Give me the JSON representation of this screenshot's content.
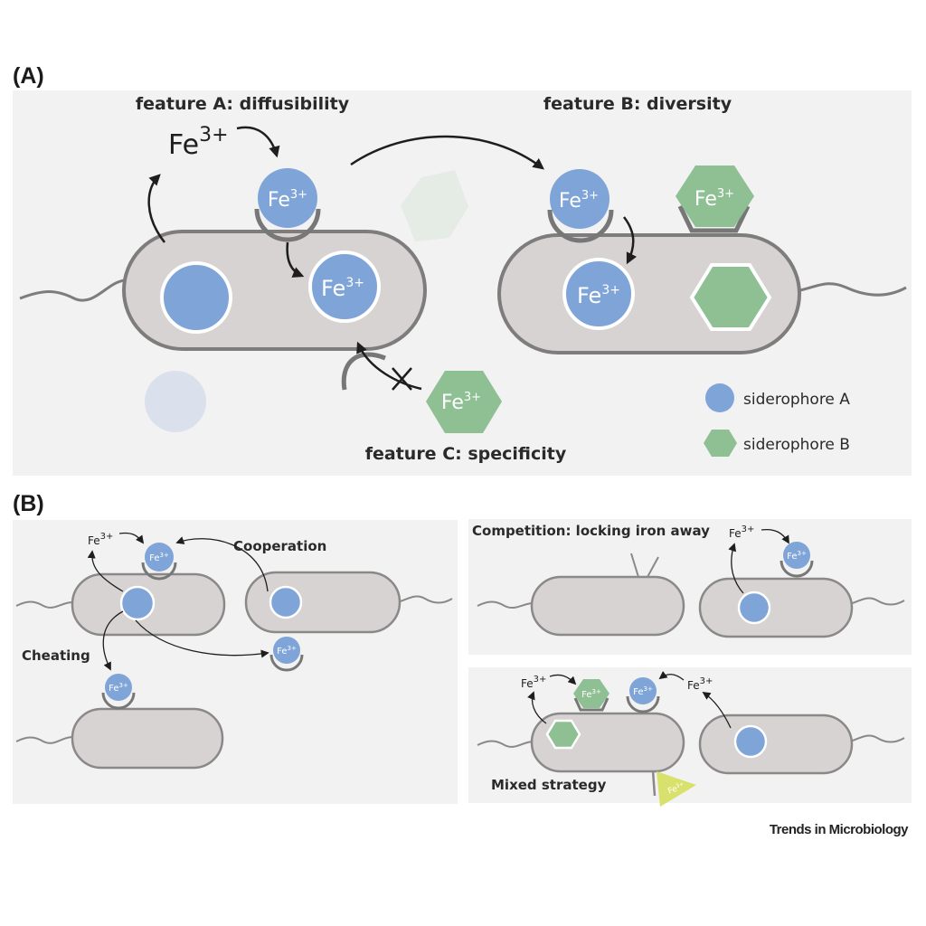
{
  "panel_a": {
    "letter": "(A)",
    "feature_a": "feature A: diffusibility",
    "feature_b": "feature B: diversity",
    "feature_c": "feature C: specificity",
    "fe_base": "Fe",
    "fe_charge": "3+",
    "legend": {
      "siderophore_a": "siderophore A",
      "siderophore_b": "siderophore B"
    }
  },
  "panel_b": {
    "letter": "(B)",
    "cooperation": "Cooperation",
    "cheating": "Cheating",
    "competition": "Competition: locking iron away",
    "mixed": "Mixed strategy",
    "fe_base": "Fe",
    "fe_charge": "3+"
  },
  "journal": "Trends in Microbiology",
  "colors": {
    "siderophore_a": "#7ea4d8",
    "siderophore_b": "#8fc094",
    "cell_fill": "#d6d3d2",
    "cell_stroke": "#7e7c7c",
    "panel_bg": "#f2f2f2",
    "yellow_flag": "#d7e16c"
  }
}
